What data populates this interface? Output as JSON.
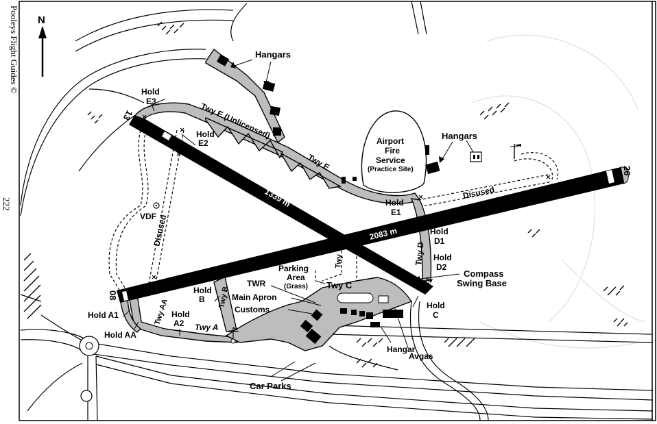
{
  "side": {
    "publisher": "Pooleys Flight Guides ©",
    "page_number": "222"
  },
  "compass": {
    "north": "N"
  },
  "runways": {
    "rwy_13": "13",
    "rwy_31": "31",
    "rwy_08": "08",
    "rwy_26": "26",
    "length_13_31": "1339 m",
    "length_08_26": "2083 m"
  },
  "labels": {
    "hangars_north": "Hangars",
    "hangars_east": "Hangars",
    "hold_e3_1": "Hold",
    "hold_e3_2": "E3",
    "hold_e2_1": "Hold",
    "hold_e2_2": "E2",
    "twy_e_unlicensed": "Twy E (Unlicensed)",
    "twy_e": "Twy E",
    "fire_1": "Airport",
    "fire_2": "Fire",
    "fire_3": "Service",
    "fire_4": "(Practice Site)",
    "disused_east": "Disused",
    "disused_west": "Disused",
    "vdf": "VDF",
    "hold_e1_1": "Hold",
    "hold_e1_2": "E1",
    "hold_d1_1": "Hold",
    "hold_d1_2": "D1",
    "hold_d2_1": "Hold",
    "hold_d2_2": "D2",
    "twy_d": "Twy D",
    "twy_vert": "Twy",
    "compass_1": "Compass",
    "compass_2": "Swing Base",
    "parking_1": "Parking",
    "parking_2": "Area",
    "parking_3": "(Grass)",
    "twy_c": "Twy C",
    "twr": "TWR",
    "main_apron": "Main Apron",
    "customs": "Customs",
    "hold_b_1": "Hold",
    "hold_b_2": "B",
    "twy_b": "Twy B",
    "twy_aa": "Twy AA",
    "hold_a1": "Hold A1",
    "hold_aa": "Hold AA",
    "hold_a2_1": "Hold",
    "hold_a2_2": "A2",
    "twy_a": "Twy A",
    "hold_c_1": "Hold",
    "hold_c_2": "C",
    "hangar": "Hangar",
    "avgas": "Avgas",
    "car_parks": "Car Parks"
  }
}
